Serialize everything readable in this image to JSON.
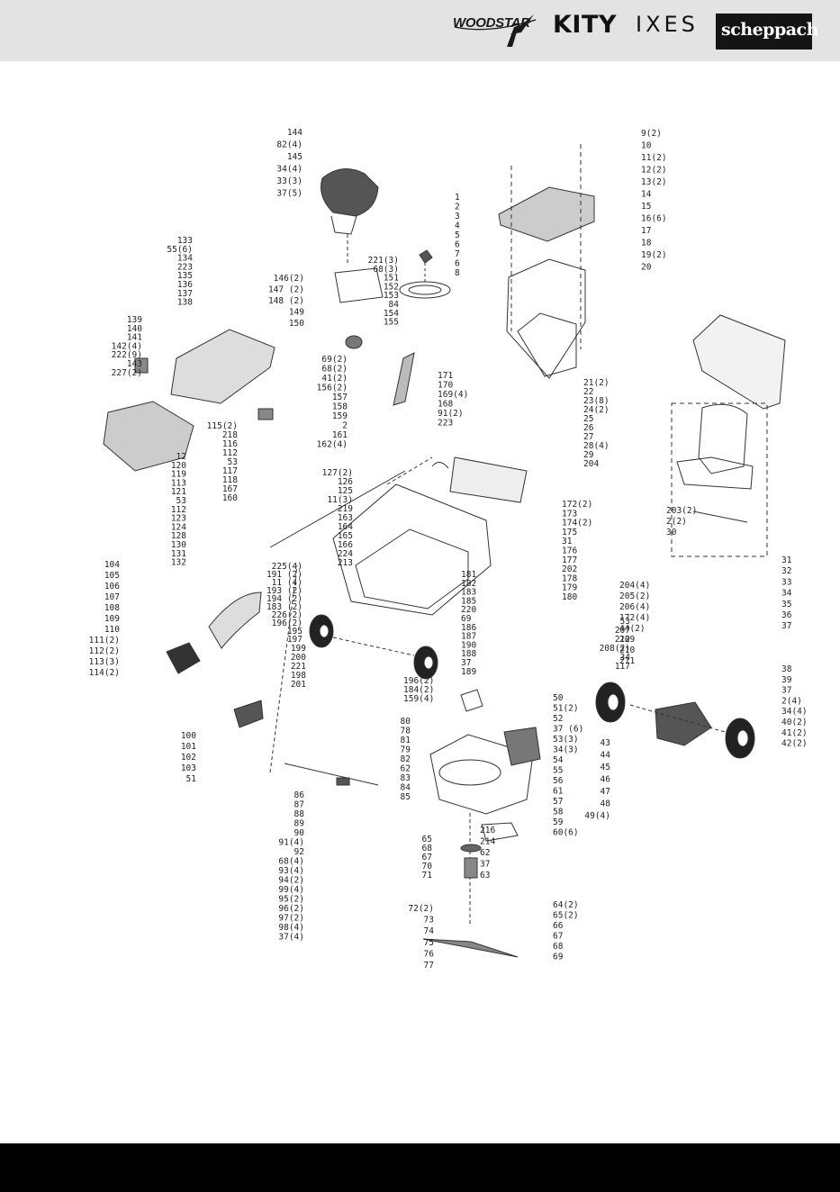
{
  "header": {
    "brands": [
      "WOODSTAR",
      "KITY",
      "IXES",
      "scheppach"
    ]
  },
  "diagram": {
    "part_labels": [
      "144",
      "82(4)",
      "145",
      "34(4)",
      "33(3)",
      "37(5)",
      "9(2)",
      "10",
      "11(2)",
      "12(2)",
      "13(2)",
      "14",
      "15",
      "16(6)",
      "17",
      "18",
      "19(2)",
      "20",
      "1",
      "2",
      "3",
      "4",
      "5",
      "6",
      "7",
      "6",
      "8",
      "221(3)",
      "68(3)",
      "151",
      "152",
      "153",
      "84",
      "154",
      "155",
      "146(2)",
      "147 (2)",
      "148 (2)",
      "149",
      "150",
      "133",
      "55(6)",
      "134",
      "223",
      "135",
      "136",
      "137",
      "138",
      "139",
      "140",
      "141",
      "142(4)",
      "222(9)",
      "143",
      "227(2)",
      "69(2)",
      "68(2)",
      "41(2)",
      "156(2)",
      "157",
      "158",
      "159",
      "2",
      "161",
      "162(4)",
      "171",
      "170",
      "169(4)",
      "168",
      "91(2)",
      "223",
      "21(2)",
      "22",
      "23(8)",
      "24(2)",
      "25",
      "26",
      "27",
      "28(4)",
      "29",
      "204",
      "115(2)",
      "218",
      "116",
      "112",
      "53",
      "117",
      "118",
      "167",
      "160",
      "12",
      "120",
      "119",
      "113",
      "121",
      "53",
      "112",
      "123",
      "124",
      "128",
      "130",
      "131",
      "132",
      "127(2)",
      "126",
      "125",
      "11(3)",
      "219",
      "163",
      "164",
      "165",
      "166",
      "224",
      "213",
      "172(2)",
      "173",
      "174(2)",
      "175",
      "31",
      "176",
      "177",
      "202",
      "178",
      "179",
      "180",
      "203(2)",
      "2(2)",
      "30",
      "225(4)",
      "191 (2)",
      "11 (4)",
      "193 (2)",
      "194 (2)",
      "183 (2)",
      "226(2)",
      "196(2)",
      "195",
      "197",
      "104",
      "105",
      "106",
      "107",
      "108",
      "109",
      "110",
      "111(2)",
      "112(2)",
      "113(3)",
      "114(2)",
      "199",
      "200",
      "221",
      "198",
      "201",
      "181",
      "182",
      "183",
      "185",
      "220",
      "69",
      "186",
      "187",
      "190",
      "188",
      "37",
      "189",
      "196(2)",
      "184(2)",
      "159(4)",
      "204(4)",
      "205(2)",
      "206(4)",
      "172(4)",
      "44(2)",
      "209",
      "210",
      "211",
      "31",
      "32",
      "33",
      "34",
      "35",
      "36",
      "37",
      "53",
      "207",
      "212",
      "208(2)",
      "34",
      "117",
      "38",
      "39",
      "37",
      "2(4)",
      "34(4)",
      "40(2)",
      "41(2)",
      "42(2)",
      "43",
      "44",
      "45",
      "46",
      "47",
      "48",
      "49(4)",
      "50",
      "51(2)",
      "52",
      "37 (6)",
      "53(3)",
      "34(3)",
      "54",
      "55",
      "56",
      "61",
      "57",
      "58",
      "59",
      "60(6)",
      "80",
      "78",
      "81",
      "79",
      "82",
      "62",
      "83",
      "84",
      "85",
      "100",
      "101",
      "102",
      "103",
      "51",
      "86",
      "87",
      "88",
      "89",
      "90",
      "91(4)",
      "92",
      "68(4)",
      "93(4)",
      "94(2)",
      "99(4)",
      "95(2)",
      "96(2)",
      "97(2)",
      "98(4)",
      "37(4)",
      "216",
      "214",
      "62",
      "37",
      "63",
      "65",
      "68",
      "67",
      "70",
      "71",
      "64(2)",
      "65(2)",
      "66",
      "67",
      "68",
      "69",
      "72(2)",
      "73",
      "74",
      "75",
      "76",
      "77"
    ]
  }
}
